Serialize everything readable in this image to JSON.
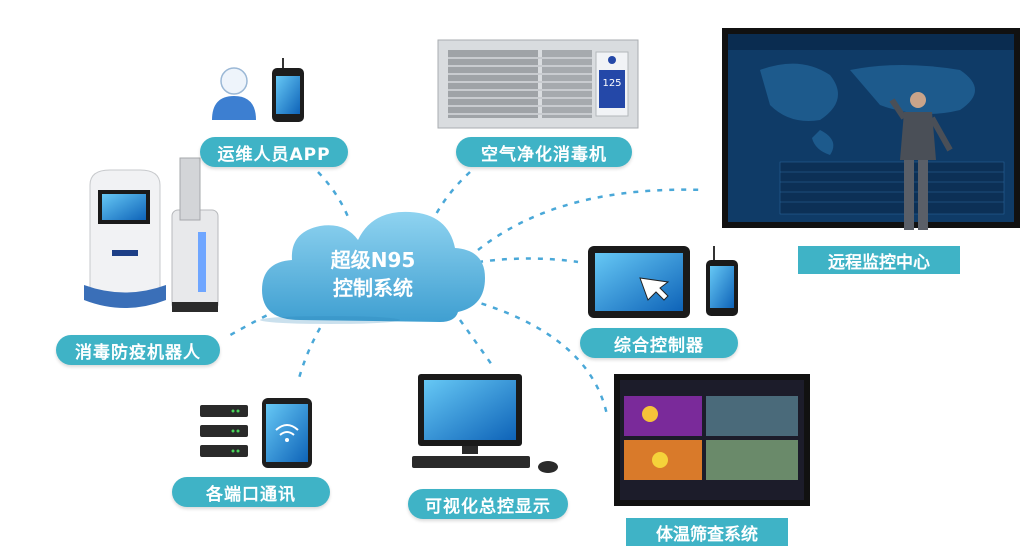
{
  "hub": {
    "line1": "超级N95",
    "line2": "控制系统"
  },
  "nodes": {
    "ops_app": "运维人员APP",
    "air_purifier": "空气净化消毒机",
    "remote_center": "远程监控中心",
    "robot": "消毒防疫机器人",
    "controller": "综合控制器",
    "comm": "各端口通讯",
    "display": "可视化总控显示",
    "temp_screening": "体温筛查系统"
  },
  "device_display": {
    "purifier_reading": "125"
  },
  "colors": {
    "accent": "#3fb3c6",
    "cloud": "#5fb9de",
    "dash": "#4aa8d8"
  }
}
